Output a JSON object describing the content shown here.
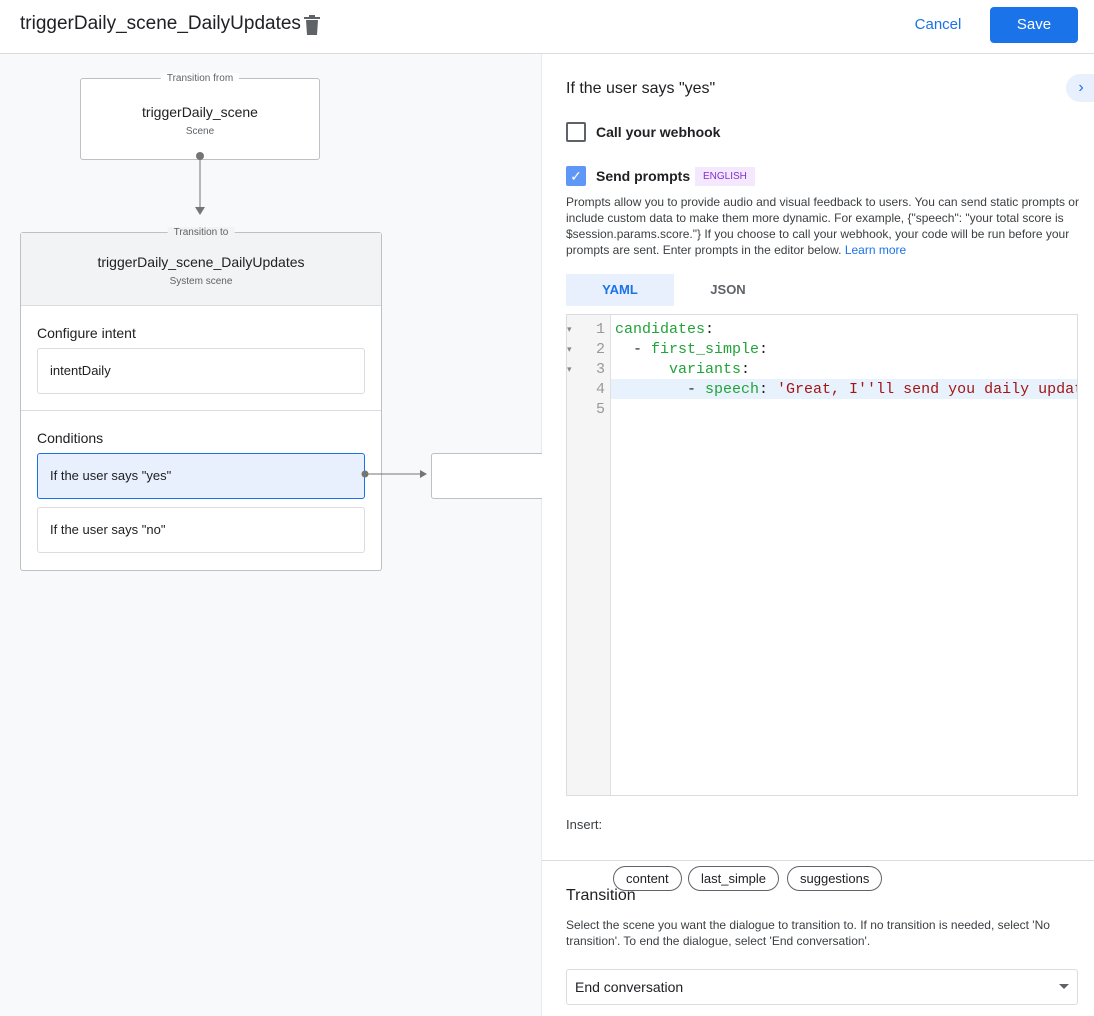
{
  "header": {
    "title": "triggerDaily_scene_DailyUpdates",
    "cancel": "Cancel",
    "save": "Save"
  },
  "canvas": {
    "from": {
      "caption": "Transition from",
      "name": "triggerDaily_scene",
      "type": "Scene"
    },
    "to": {
      "caption": "Transition to",
      "name": "triggerDaily_scene_DailyUpdates",
      "type": "System scene"
    },
    "configure_intent": {
      "label": "Configure intent",
      "intent": "intentDaily"
    },
    "conditions": {
      "label": "Conditions",
      "items": [
        "If the user says \"yes\"",
        "If the user says \"no\""
      ]
    }
  },
  "panel": {
    "heading": "If the user says \"yes\"",
    "webhook": {
      "label": "Call your webhook",
      "checked": false
    },
    "prompts": {
      "label": "Send prompts",
      "checked": true,
      "badge": "ENGLISH",
      "description": "Prompts allow you to provide audio and visual feedback to users. You can send static prompts or include custom data to make them more dynamic. For example, {\"speech\": \"your total score is $session.params.score.\"} If you choose to call your webhook, your code will be run before your prompts are sent. Enter prompts in the editor below.",
      "learn_more": "Learn more"
    },
    "tabs": [
      "YAML",
      "JSON"
    ],
    "active_tab": "YAML",
    "code_lines": [
      {
        "n": "1",
        "indent": "",
        "key": "candidates",
        "sep": ":",
        "val": ""
      },
      {
        "n": "2",
        "indent": "  - ",
        "key": "first_simple",
        "sep": ":",
        "val": ""
      },
      {
        "n": "3",
        "indent": "      ",
        "key": "variants",
        "sep": ":",
        "val": ""
      },
      {
        "n": "4",
        "indent": "        - ",
        "key": "speech",
        "sep": ": ",
        "val": "'Great, I''ll send you daily updates."
      },
      {
        "n": "5",
        "indent": "",
        "key": "",
        "sep": "",
        "val": ""
      }
    ],
    "insert": {
      "label": "Insert:",
      "chips": [
        "content",
        "last_simple",
        "suggestions"
      ]
    },
    "transition": {
      "title": "Transition",
      "description": "Select the scene you want the dialogue to transition to. If no transition is needed, select 'No transition'. To end the dialogue, select 'End conversation'.",
      "selected": "End conversation"
    }
  },
  "colors": {
    "accent": "#1a73e8",
    "key": "#22a33a",
    "string": "#a31515",
    "badge_bg": "#f3e8fd",
    "badge_text": "#8430ce"
  }
}
